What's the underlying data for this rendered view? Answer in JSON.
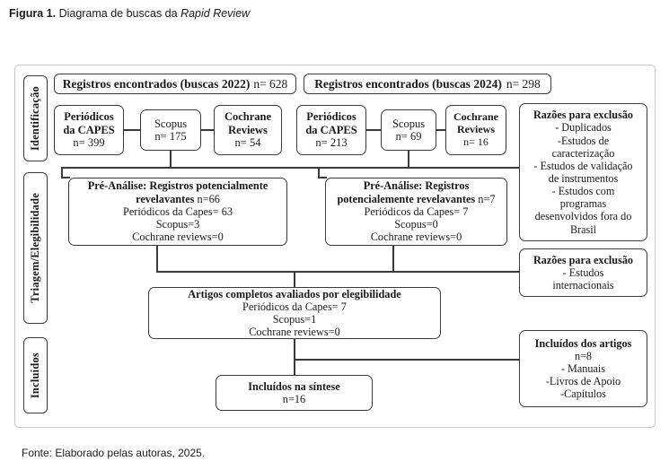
{
  "caption": {
    "label": "Figura 1.",
    "text": " Diagrama de buscas da ",
    "emph": "Rapid Review"
  },
  "footer": {
    "text": "Fonte: Elaborado pelas autoras, 2025."
  },
  "stages": [
    {
      "key": "identificacao",
      "label": "Identificação"
    },
    {
      "key": "triagem",
      "label": "Triagem/Elegibilidade"
    },
    {
      "key": "incluidos",
      "label": "Incluídos"
    }
  ],
  "headers": [
    {
      "key": "busca2022",
      "title": "Registros encontrados (buscas 2022)",
      "count": "n= 628"
    },
    {
      "key": "busca2024",
      "title": "Registros encontrados (buscas 2024)",
      "count": "n= 298"
    }
  ],
  "sources_2022": [
    {
      "key": "capes",
      "name_l1": "Periódicos",
      "name_l2": "da CAPES",
      "count": "n= 399"
    },
    {
      "key": "scopus",
      "name_l1": "Scopus",
      "name_l2": "",
      "count": "n= 175"
    },
    {
      "key": "cochrane",
      "name_l1": "Cochrane",
      "name_l2": "Reviews",
      "count": "n= 54"
    }
  ],
  "sources_2024": [
    {
      "key": "capes",
      "name_l1": "Periódicos",
      "name_l2": "da CAPES",
      "count": "n= 213"
    },
    {
      "key": "scopus",
      "name_l1": "Scopus",
      "name_l2": "",
      "count": "n= 69"
    },
    {
      "key": "cochrane",
      "name_l1": "Cochrane",
      "name_l2": "Reviews",
      "count": "n= 16"
    }
  ],
  "pre_analise_left": {
    "head_l1": "Pré-Análise: Registros potencialmente",
    "head_l2": "revelavantes",
    "count": " n=66",
    "lines": [
      "Periódicos da Capes= 63",
      "Scopus=3",
      "Cochrane reviews=0"
    ]
  },
  "pre_analise_right": {
    "head_l1": "Pré-Análise: Registros",
    "head_l2": "potencialemente revelavantes",
    "count": " n=7",
    "lines": [
      "Periódicos da Capes= 7",
      "Scopus=0",
      "Cochrane reviews=0"
    ]
  },
  "exclusao_1": {
    "title": "Razões para exclusão",
    "lines": [
      "- Duplicados",
      "-Estudos de",
      "caracterização",
      "- Estudos de validação",
      "de instrumentos",
      "- Estudos com",
      "programas",
      "desenvolvidos fora do",
      "Brasil"
    ]
  },
  "exclusao_2": {
    "title": "Razões para exclusão",
    "lines": [
      "- Estudos",
      "internacionais"
    ]
  },
  "elegibilidade": {
    "title": "Artigos completos avaliados por elegibilidade",
    "lines": [
      "Periódicos da Capes= 7",
      "Scopus=1",
      "Cochrane reviews=0"
    ]
  },
  "sintese": {
    "title": "Incluídos na síntese",
    "count": "n=16"
  },
  "incluidos_artigos": {
    "title": "Incluídos dos artigos",
    "count": "n=8",
    "lines": [
      "- Manuais",
      "-Livros de Apoio",
      "-Capítulos"
    ]
  },
  "colors": {
    "box_border": "#3a3a3a",
    "frame_border": "#c9c9c9",
    "text": "#1a1a1a",
    "background": "#ffffff"
  }
}
